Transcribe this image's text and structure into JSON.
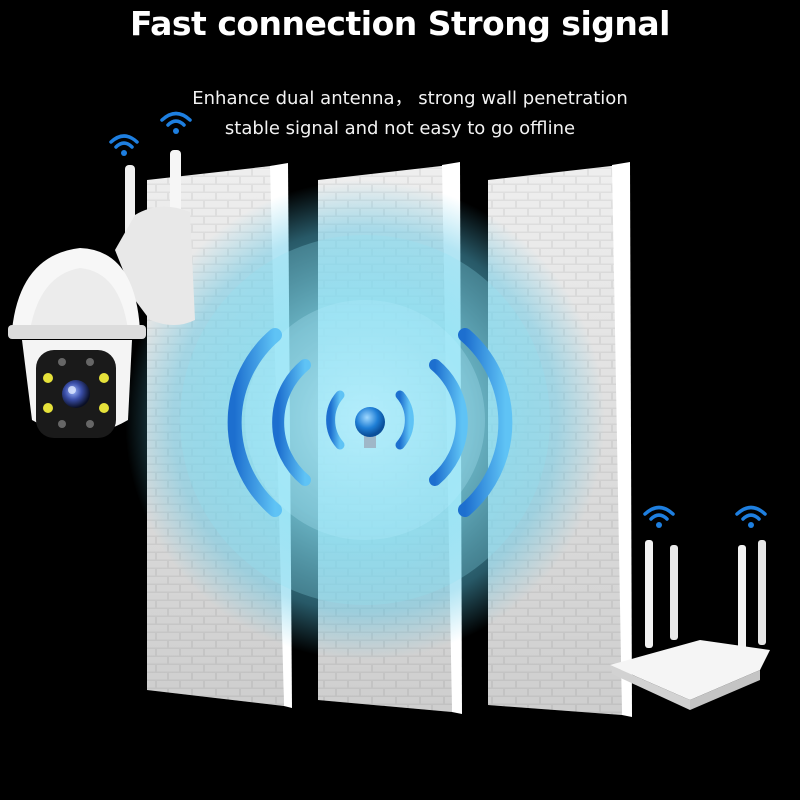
{
  "headline": "Fast connection Strong signal",
  "subtitle_lines": [
    "Enhance dual antenna， strong wall penetration",
    "stable signal and not easy to go offline"
  ],
  "icons": [
    "wifi-icon",
    "security-camera",
    "wifi-router",
    "signal-emitter"
  ],
  "colors": {
    "background": "#000000",
    "text": "#ffffff",
    "signal_blue": "#3aa0e8",
    "wall_white": "#f4f4f4"
  }
}
